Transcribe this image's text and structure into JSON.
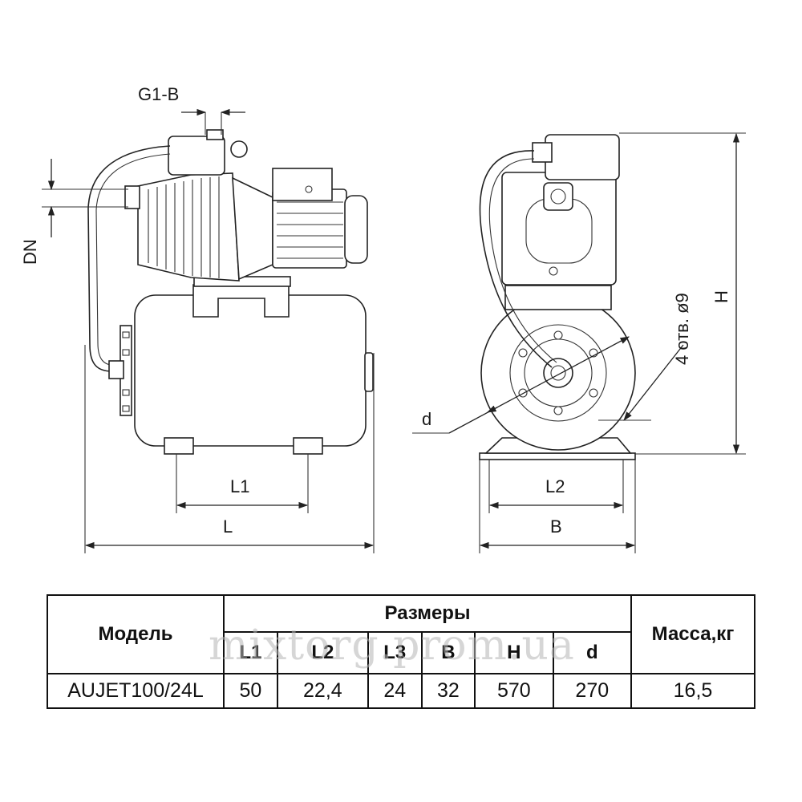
{
  "drawing": {
    "side_view": {
      "labels": {
        "g1b": "G1-B",
        "dn": "DN",
        "l1": "L1",
        "l": "L"
      }
    },
    "front_view": {
      "labels": {
        "l2": "L2",
        "b": "B",
        "h": "H",
        "d": "d",
        "holes": "4 отв. ø9"
      }
    }
  },
  "table": {
    "model_header": "Модель",
    "dimensions_header": "Размеры",
    "mass_header": "Масса,кг",
    "columns": [
      "L1",
      "L2",
      "L3",
      "B",
      "H",
      "d"
    ],
    "rows": [
      {
        "model": "AUJET100/24L",
        "values": [
          "50",
          "22,4",
          "24",
          "32",
          "570",
          "270"
        ],
        "mass": "16,5"
      }
    ]
  },
  "watermark": "mixtorg.prom.ua"
}
